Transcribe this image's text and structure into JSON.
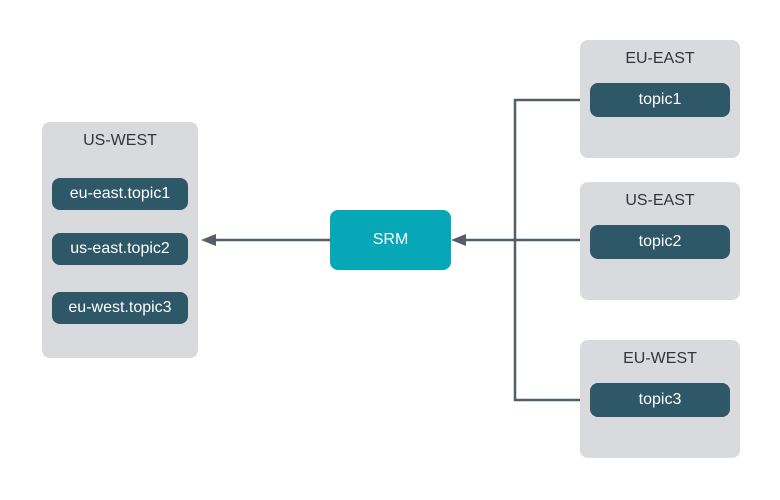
{
  "colors": {
    "cluster_bg": "#d8dadd",
    "chip_bg": "#2e5767",
    "srm_bg": "#06a7b7",
    "line": "#545e69",
    "title_text": "#30363c",
    "chip_text": "#ffffff",
    "page_bg": "#ffffff"
  },
  "clusters": {
    "us_west": {
      "title": "US-WEST",
      "topics": [
        "eu-east.topic1",
        "us-east.topic2",
        "eu-west.topic3"
      ]
    },
    "eu_east": {
      "title": "EU-EAST",
      "topic": "topic1"
    },
    "us_east": {
      "title": "US-EAST",
      "topic": "topic2"
    },
    "eu_west": {
      "title": "EU-WEST",
      "topic": "topic3"
    }
  },
  "srm": {
    "label": "SRM"
  }
}
